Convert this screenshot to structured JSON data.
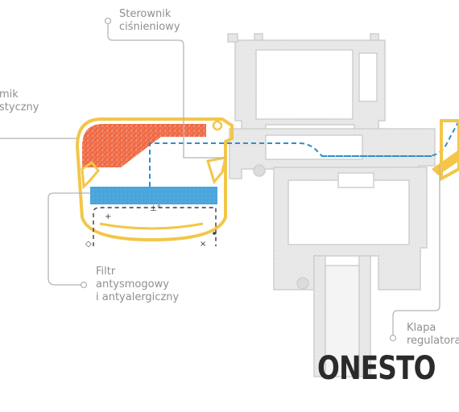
{
  "labels": {
    "pressure_controller": "Sterownik\nciśnieniowy",
    "left_cut": "mik\nstyczny",
    "filter": "Filtr\nantysmogowy\ni antyalergiczny",
    "flap": "Klapa\nregulatora"
  },
  "brand": {
    "name": "ONESTO"
  },
  "colors": {
    "frame_yellow": "#f3c64a",
    "foam_orange": "#ef6a45",
    "filter_blue": "#4aa6dc",
    "airflow_dash": "#2f8fc8",
    "profile_gray": "#e6e6e6",
    "profile_outline": "#cfcfcf",
    "callout_line": "#b5b5b5",
    "dashed_black": "#3a3a3a",
    "brand_text": "#2b2b2b"
  }
}
